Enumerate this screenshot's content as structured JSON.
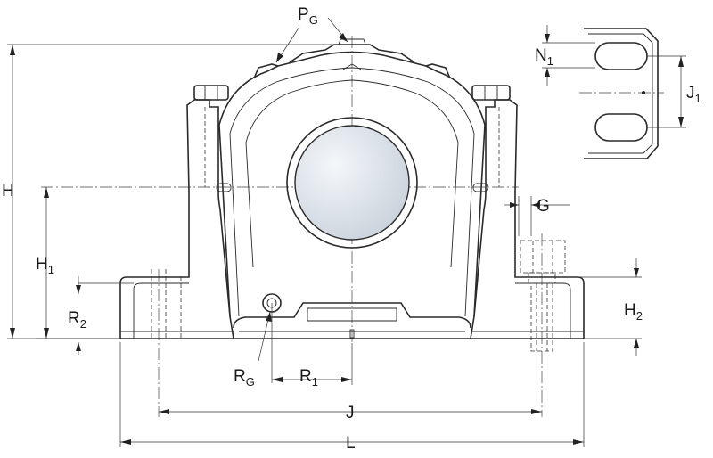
{
  "labels": {
    "H": {
      "main": "H",
      "sub": ""
    },
    "H1": {
      "main": "H",
      "sub": "1"
    },
    "H2": {
      "main": "H",
      "sub": "2"
    },
    "R2": {
      "main": "R",
      "sub": "2"
    },
    "RG": {
      "main": "R",
      "sub": "G"
    },
    "R1": {
      "main": "R",
      "sub": "1"
    },
    "J": {
      "main": "J",
      "sub": ""
    },
    "L": {
      "main": "L",
      "sub": ""
    },
    "G": {
      "main": "G",
      "sub": ""
    },
    "PG": {
      "main": "P",
      "sub": "G"
    },
    "N1": {
      "main": "N",
      "sub": "1"
    },
    "J1": {
      "main": "J",
      "sub": "1"
    }
  },
  "colors": {
    "line": "#2a2a2a",
    "bearing_fill": "#dde3ea"
  }
}
